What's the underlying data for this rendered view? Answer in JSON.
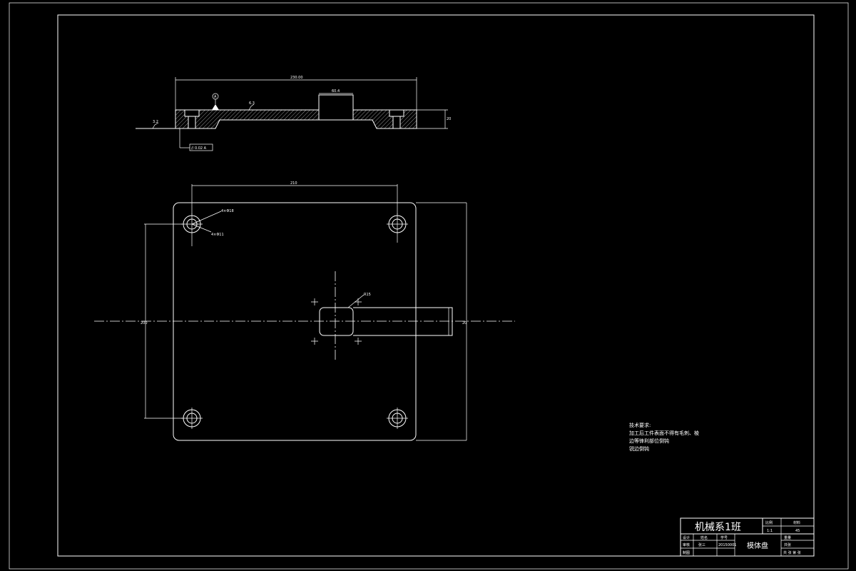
{
  "drawing": {
    "section_view": {
      "overall_dim": "230.00",
      "slot_dim": "60.4",
      "height_dim": "20",
      "datum_label": "A",
      "roughness_top": "6.3",
      "roughness_left": "3.2",
      "tolerance_frame": "// 0.02 A"
    },
    "plan_view": {
      "hole_spacing_dim": "210",
      "height_dim": "200",
      "right_dim": "20",
      "counterbore_callout": "4×Φ18",
      "through_hole_callout": "4×Φ11",
      "slot_callout": "R15"
    },
    "technical_notes": {
      "heading": "技术要求:",
      "lines": [
        "加工后工件表面不得有毛刺、棱",
        "边等锋利部位倒钝",
        "锐边倒钝"
      ]
    },
    "title_block": {
      "school": "机械系1班",
      "part_name": "模体盘",
      "scale_label": "比例",
      "material_label": "材料",
      "scale_value": "1:1",
      "material_value": "45",
      "designer_label": "设计",
      "designer_cols": [
        "姓名",
        "学号"
      ],
      "designer_name": "张三",
      "student_id": "20150001",
      "checker_label": "审核",
      "approver_label": "制图",
      "weight_label": "重量",
      "sheet_label": "共张",
      "bottom_row": "共 张 第 张"
    }
  }
}
